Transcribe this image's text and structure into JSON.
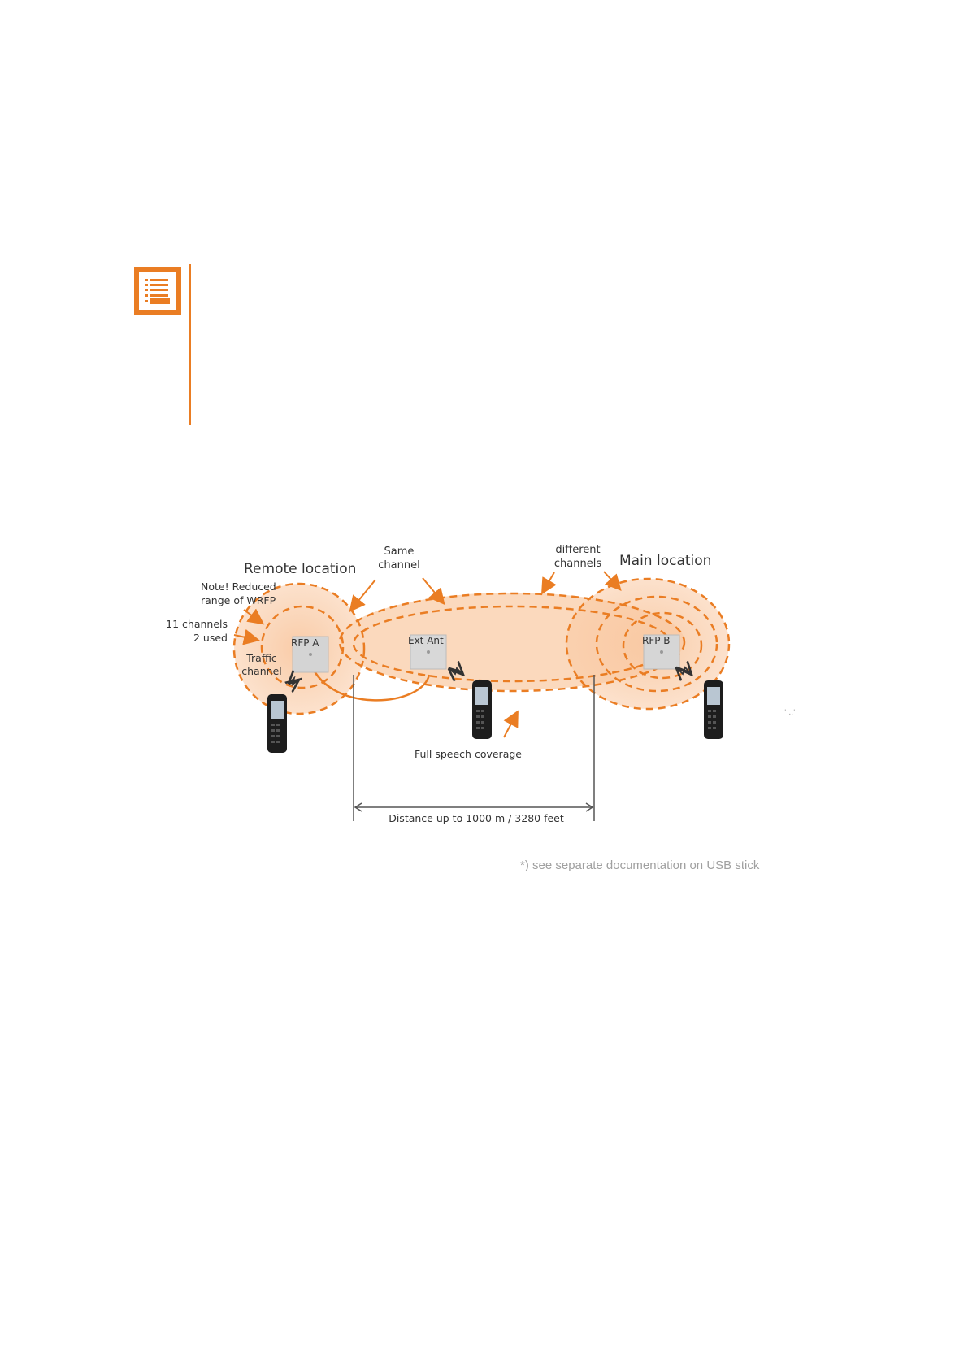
{
  "note": {
    "icon": "note-list-icon",
    "accent_color": "#ea7d23"
  },
  "diagram": {
    "labels": {
      "remote_location": "Remote location",
      "main_location": "Main location",
      "same_channel": [
        "Same",
        "channel"
      ],
      "different_channels": [
        "different",
        "channels"
      ],
      "note_reduced": [
        "Note! Reduced",
        "range of WRFP"
      ],
      "channels_used": [
        "11 channels",
        "2 used"
      ],
      "traffic_channel": [
        "Traffic",
        "channel"
      ],
      "rfp_a": "RFP A",
      "ext_ant": "Ext Ant",
      "rfp_b": "RFP B",
      "full_speech_coverage": "Full speech coverage",
      "distance": "Distance up to 1000 m / 3280 feet"
    },
    "colors": {
      "coverage_fill": "#f9c9a3",
      "dashed_ring": "#ea7d23",
      "arrow": "#ea7d23"
    }
  },
  "footnote": "*) see separate documentation on USB stick",
  "stray_mark": "' ..'"
}
